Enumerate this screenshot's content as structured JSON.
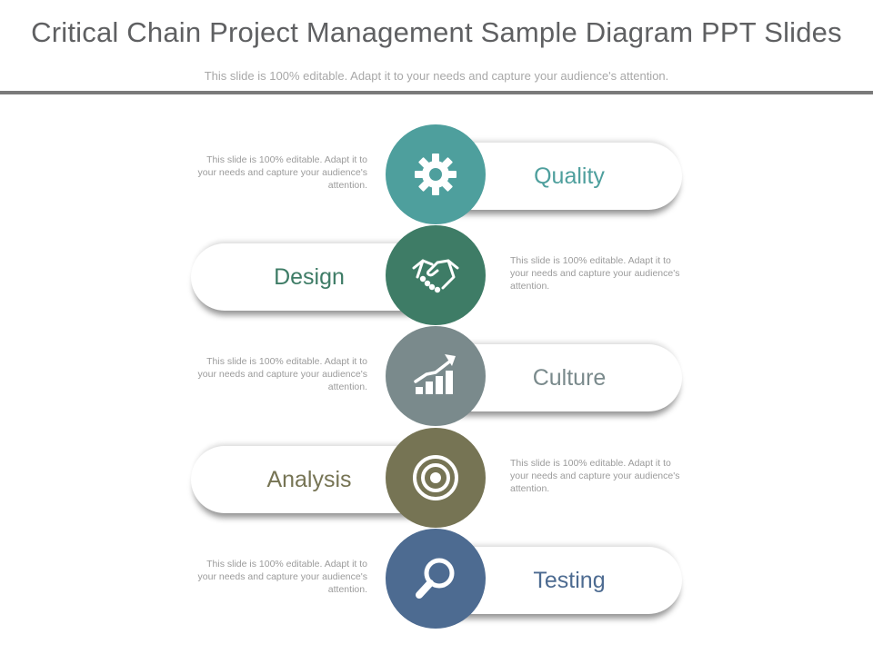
{
  "header": {
    "title": "Critical Chain Project Management Sample Diagram PPT Slides",
    "subtitle": "This slide is 100% editable. Adapt it to your needs and capture your audience's attention."
  },
  "items": [
    {
      "label": "Quality",
      "icon": "gear-icon",
      "color": "#4e9f9d",
      "description": "This slide is 100% editable. Adapt it to your needs and capture your audience's attention."
    },
    {
      "label": "Design",
      "icon": "handshake-icon",
      "color": "#3e7c66",
      "description": "This slide is 100% editable. Adapt it to your needs and capture your audience's attention."
    },
    {
      "label": "Culture",
      "icon": "growth-chart-icon",
      "color": "#7a8a8c",
      "description": "This slide is 100% editable. Adapt it to your needs and capture your audience's attention."
    },
    {
      "label": "Analysis",
      "icon": "target-icon",
      "color": "#767454",
      "description": "This slide is 100% editable. Adapt it to your needs and capture your audience's attention."
    },
    {
      "label": "Testing",
      "icon": "magnifier-icon",
      "color": "#4d6b91",
      "description": "This slide is 100% editable. Adapt it to your needs and capture your audience's attention."
    }
  ]
}
